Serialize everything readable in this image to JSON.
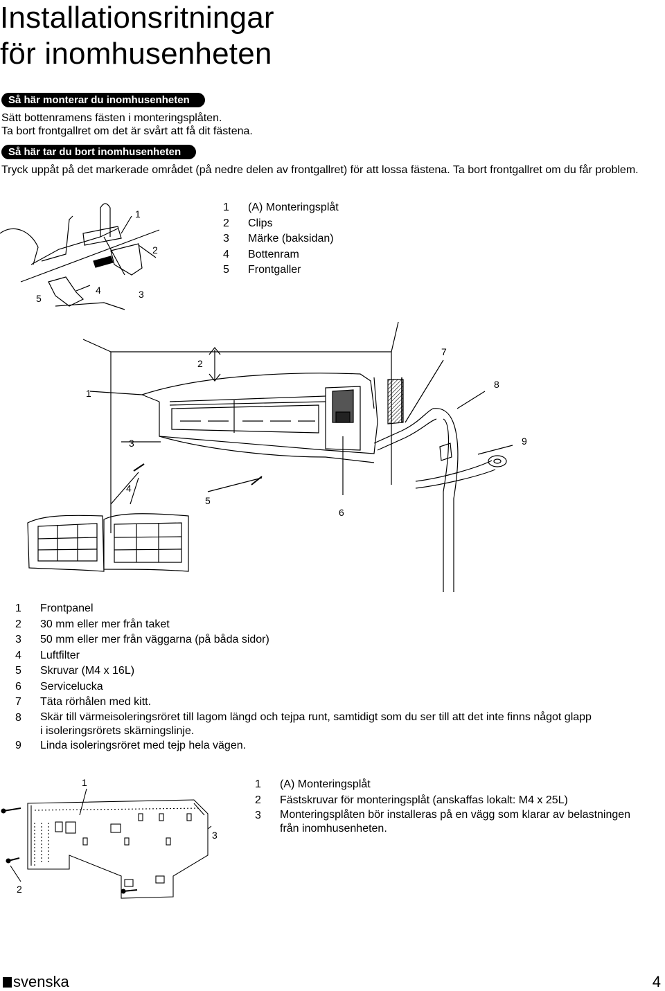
{
  "page": {
    "title_line1": "Installationsritningar",
    "title_line2": "för inomhusenheten"
  },
  "section1": {
    "heading": "Så här monterar du inomhusenheten",
    "line1": "Sätt bottenramens fästen i monteringsplåten.",
    "line2": "Ta bort frontgallret om det är svårt att få dit fästena."
  },
  "section2": {
    "heading": "Så här tar du bort inomhusenheten",
    "line1": "Tryck uppåt på det markerade området (på nedre delen av frontgallret) för att lossa fästena. Ta bort frontgallret om du får problem."
  },
  "figure1": {
    "callouts": [
      "1",
      "2",
      "3",
      "4",
      "5"
    ],
    "legend": [
      {
        "num": "1",
        "label": "(A) Monteringsplåt"
      },
      {
        "num": "2",
        "label": "Clips"
      },
      {
        "num": "3",
        "label": "Märke (baksidan)"
      },
      {
        "num": "4",
        "label": "Bottenram"
      },
      {
        "num": "5",
        "label": "Frontgaller"
      }
    ]
  },
  "figure2": {
    "callouts": [
      "1",
      "2",
      "3",
      "4",
      "5",
      "6",
      "7",
      "8",
      "9"
    ],
    "legend": [
      {
        "num": "1",
        "label": "Frontpanel"
      },
      {
        "num": "2",
        "label": "30 mm eller mer från taket"
      },
      {
        "num": "3",
        "label": "50 mm eller mer från väggarna (på båda sidor)"
      },
      {
        "num": "4",
        "label": "Luftfilter"
      },
      {
        "num": "5",
        "label": "Skruvar (M4 x 16L)"
      },
      {
        "num": "6",
        "label": "Servicelucka"
      },
      {
        "num": "7",
        "label": "Täta rörhålen med kitt."
      },
      {
        "num": "8",
        "label": "Skär till värmeisoleringsröret till lagom längd och tejpa runt, samtidigt som du ser till att det inte finns något glapp",
        "label2": "i isoleringsrörets skärningslinje."
      },
      {
        "num": "9",
        "label": "Linda isoleringsröret med tejp hela vägen."
      }
    ]
  },
  "figure3": {
    "callouts": [
      "1",
      "2",
      "3"
    ],
    "legend": [
      {
        "num": "1",
        "label": "(A) Monteringsplåt"
      },
      {
        "num": "2",
        "label": "Fästskruvar för monteringsplåt (anskaffas lokalt: M4 x 25L)"
      },
      {
        "num": "3",
        "label": "Monteringsplåten bör installeras på en vägg som klarar av belastningen",
        "label2": "från inomhusenheten."
      }
    ]
  },
  "footer": {
    "language": "svenska",
    "page_number": "4"
  }
}
